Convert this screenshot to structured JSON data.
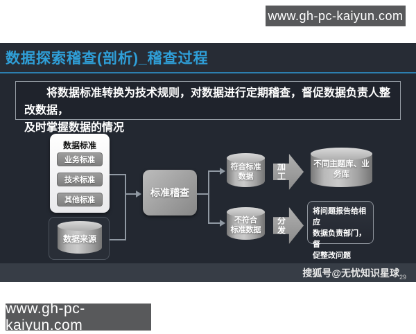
{
  "watermarks": {
    "top": "www.gh-pc-kaiyun.com",
    "bottom": "www.gh-pc-kaiyun.com"
  },
  "slide": {
    "title": "数据探索稽查(剖析)_稽查过程",
    "summary": {
      "line1": "将数据标准转换为技术规则，对数据进行定期稽查，督促数据负责人整改数据，",
      "line2": "及时掌握数据的情况"
    },
    "diagram": {
      "standards_panel": {
        "title": "数据标准",
        "items": [
          "业务标准",
          "技术标准",
          "其他标准"
        ]
      },
      "datasource_cylinder": "数据来源",
      "audit_box": "标准稽查",
      "conform_cylinder": "符合标准\n数据",
      "nonconform_cylinder": "不符合\n标准数据",
      "process_arrow": "加工",
      "distribute_arrow": "分发",
      "target_cylinder": "不同主题库、业\n务库",
      "report_box": "将问题报告给相应\n数据负责部门，督\n促整改问题"
    },
    "footer_credit": "搜狐号@无忧知识星球",
    "page_number": "29"
  },
  "colors": {
    "accent_blue": "#2f9fd8",
    "title_underline": "#2c7fb0",
    "slide_background": "#232831",
    "watermark_gray": "#58595b"
  }
}
